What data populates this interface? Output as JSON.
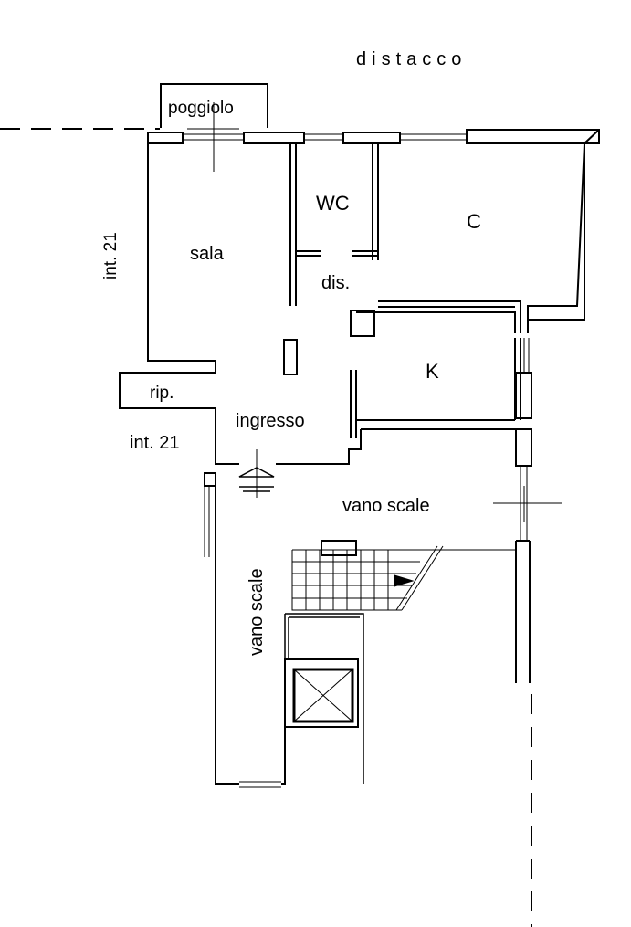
{
  "plan": {
    "top_label": "distacco",
    "balcony": "poggiolo",
    "sala": "sala",
    "wc": "WC",
    "camera": "C",
    "disimpegno": "dis.",
    "kitchen": "K",
    "ripostiglio": "rip.",
    "ingresso": "ingresso",
    "int_vertical": "int. 21",
    "int_horizontal": "int. 21",
    "stair_horizontal": "vano scale",
    "stair_vertical": "vano scale"
  },
  "colors": {
    "ink": "#000000",
    "paper": "#ffffff"
  }
}
